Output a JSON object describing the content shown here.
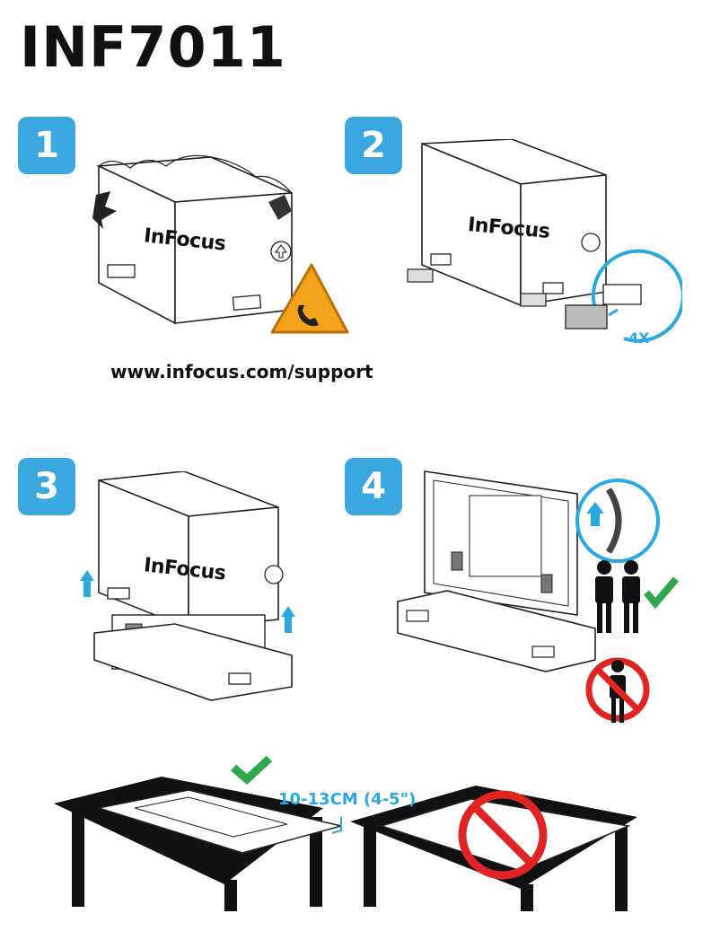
{
  "document": {
    "model": "INF7011",
    "brand": "InFocus",
    "support_url": "www.infocus.com/support",
    "steps": [
      {
        "number": "1"
      },
      {
        "number": "2",
        "foot_count": "4X"
      },
      {
        "number": "3"
      },
      {
        "number": "4"
      }
    ],
    "clearance_label": "10-13CM (4-5\")"
  },
  "colors": {
    "badge": "#3aa8df",
    "accent_blue": "#2aa9e0",
    "ok_green": "#2ea84a",
    "no_red": "#e02424",
    "warning_orange": "#f4a21b",
    "dark": "#111111"
  },
  "icons": {
    "warning": "phone-warning-icon",
    "ok": "checkmark-icon",
    "no": "prohibited-icon",
    "arrow": "up-arrow-icon",
    "people": "two-people-icon"
  }
}
